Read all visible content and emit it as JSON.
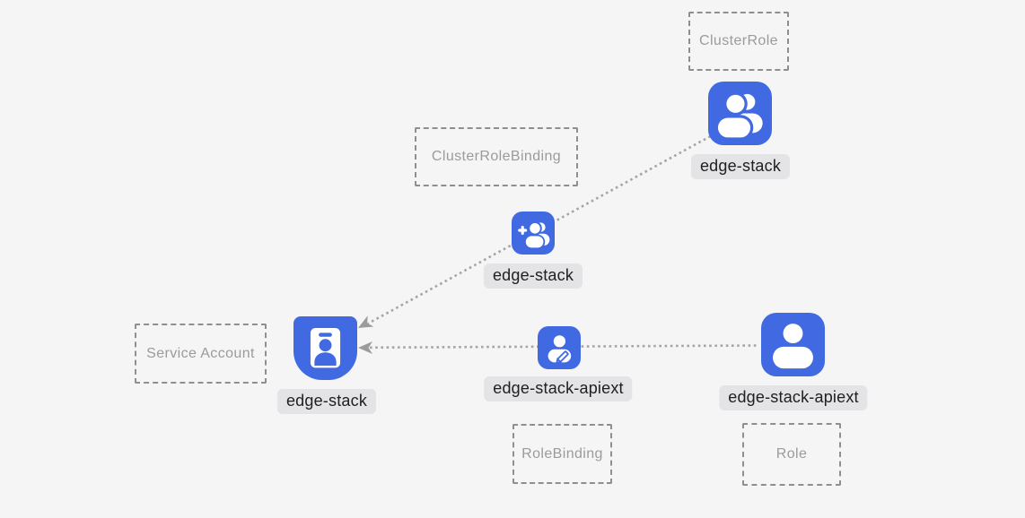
{
  "boxes": {
    "cluster_role": {
      "label": "ClusterRole"
    },
    "cluster_role_binding": {
      "label": "ClusterRoleBinding"
    },
    "service_account": {
      "label": "Service Account"
    },
    "role_binding": {
      "label": "RoleBinding"
    },
    "role": {
      "label": "Role"
    }
  },
  "nodes": {
    "cluster_role": {
      "label": "edge-stack",
      "icon": "users-icon"
    },
    "cluster_role_binding": {
      "label": "edge-stack",
      "icon": "user-plus-icon"
    },
    "service_account": {
      "label": "edge-stack",
      "icon": "id-badge-icon"
    },
    "role_binding": {
      "label": "edge-stack-apiext",
      "icon": "user-edit-icon"
    },
    "role": {
      "label": "edge-stack-apiext",
      "icon": "user-icon"
    }
  },
  "connections": [
    {
      "from": "cluster_role:edge-stack",
      "via": "cluster_role_binding:edge-stack",
      "to": "service_account:edge-stack",
      "style": "dotted",
      "arrow_at": "service_account"
    },
    {
      "from": "role:edge-stack-apiext",
      "via": "role_binding:edge-stack-apiext",
      "to": "service_account:edge-stack",
      "style": "dotted",
      "arrow_at": "service_account"
    }
  ],
  "colors": {
    "background": "#f5f5f6",
    "node_blue": "#4169e1",
    "icon_glyph": "#ffffff",
    "label_background": "#e4e4e6",
    "label_text": "#202020",
    "box_border": "#8f8f8f",
    "box_text": "#9b9b9b",
    "connector": "#a5a5a5",
    "arrow": "#9b9b9b"
  }
}
